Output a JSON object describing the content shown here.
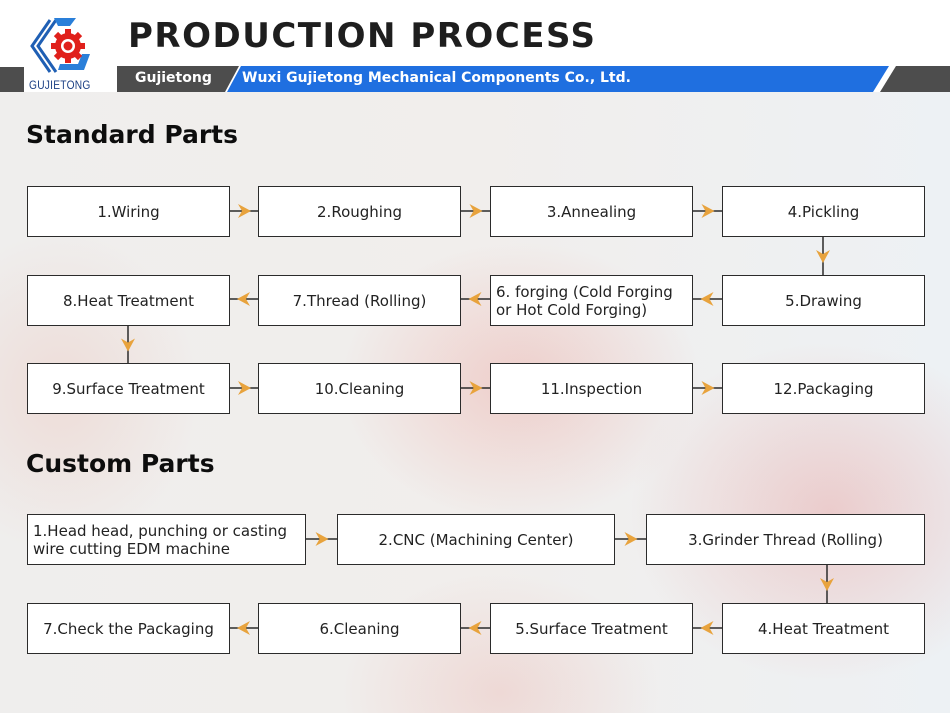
{
  "header": {
    "title": "PRODUCTION PROCESS",
    "brand_short": "Gujietong",
    "company_name": "Wuxi Gujietong Mechanical Components Co., Ltd.",
    "logo_text": "GUJIETONG",
    "logo_icon": "gear-logo-icon"
  },
  "colors": {
    "strip_dark": "#4d4d4d",
    "strip_blue": "#1f6fe0",
    "arrow": "#e8a33d",
    "box_border": "#2b2b2b",
    "logo_red": "#e0201b",
    "logo_blue": "#1f5fb4"
  },
  "standard_parts": {
    "title": "Standard Parts",
    "steps": [
      "1.Wiring",
      "2.Roughing",
      "3.Annealing",
      "4.Pickling",
      "5.Drawing",
      "6. forging (Cold Forging or Hot Cold Forging)",
      "7.Thread (Rolling)",
      "8.Heat Treatment",
      "9.Surface Treatment",
      "10.Cleaning",
      "11.Inspection",
      "12.Packaging"
    ]
  },
  "custom_parts": {
    "title": "Custom Parts",
    "steps": [
      "1.Head head, punching or casting wire cutting EDM machine",
      "2.CNC (Machining Center)",
      "3.Grinder Thread (Rolling)",
      "4.Heat Treatment",
      "5.Surface Treatment",
      "6.Cleaning",
      "7.Check the Packaging"
    ]
  }
}
